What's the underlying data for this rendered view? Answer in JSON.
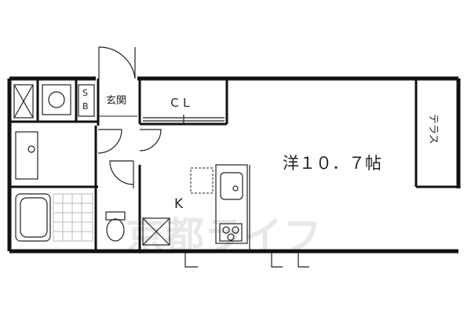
{
  "rooms": {
    "western_room": "洋１０．７帖",
    "kitchen": "K",
    "closet": "ＣＬ",
    "entrance": "玄関",
    "shoe_box_top": "S",
    "shoe_box_bottom": "B",
    "terrace": "テラス"
  },
  "watermark": "京都ライフ",
  "colors": {
    "wall": "#111111",
    "line": "#222222",
    "tile": "#bbbbbb",
    "watermark": "#d9d9d9"
  }
}
